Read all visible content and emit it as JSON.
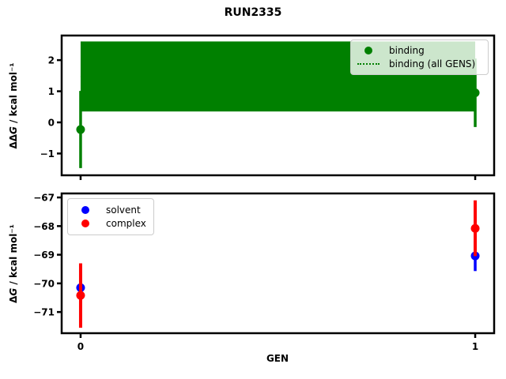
{
  "title": "RUN2335",
  "labels": {
    "xlabel": "GEN",
    "top_ylabel_prefix": "ΔΔ",
    "top_ylabel_symbol": "G",
    "top_ylabel_units": " / kcal mol⁻¹",
    "bottom_ylabel_prefix": "Δ",
    "bottom_ylabel_symbol": "G",
    "bottom_ylabel_units": " / kcal mol⁻¹"
  },
  "colors": {
    "binding": "#008000",
    "solvent": "#0000ff",
    "complex": "#ff0000",
    "axis": "#000000",
    "legend_border": "#cccccc"
  },
  "legends": {
    "top": [
      {
        "label": "binding",
        "marker": "dot",
        "color_key": "binding"
      },
      {
        "label": "binding (all GENS)",
        "marker": "dotted-line",
        "color_key": "binding"
      }
    ],
    "bottom": [
      {
        "label": "solvent",
        "marker": "dot",
        "color_key": "solvent"
      },
      {
        "label": "complex",
        "marker": "dot",
        "color_key": "complex"
      }
    ]
  },
  "chart_data": [
    {
      "type": "scatter",
      "title": "RUN2335",
      "ylabel": "ΔΔG / kcal mol⁻¹",
      "x": [
        0,
        1
      ],
      "xlim": [
        -0.048,
        1.048
      ],
      "ylim": [
        -1.7,
        2.79
      ],
      "yticks": [
        2,
        1,
        0,
        -1
      ],
      "xticks": [
        0,
        1
      ],
      "show_xtick_labels": false,
      "grid": false,
      "legend_position": "upper right",
      "series": [
        {
          "name": "binding",
          "color": "#008000",
          "marker": "o",
          "y": [
            -0.23,
            0.95
          ],
          "err_lo": [
            -1.47,
            -0.15
          ],
          "err_hi": [
            1.01,
            2.05
          ]
        }
      ],
      "band": {
        "name": "binding (all GENS)",
        "color": "#008000",
        "x": [
          0,
          1
        ],
        "y_lo": 0.35,
        "y_hi": 2.6,
        "y_mean": 1.47,
        "line_style": "dotted"
      }
    },
    {
      "type": "scatter",
      "xlabel": "GEN",
      "ylabel": "ΔG / kcal mol⁻¹",
      "x": [
        0,
        1
      ],
      "xlim": [
        -0.048,
        1.048
      ],
      "ylim": [
        -71.74,
        -66.86
      ],
      "yticks": [
        -67,
        -68,
        -69,
        -70,
        -71
      ],
      "xticks": [
        0,
        1
      ],
      "show_xtick_labels": true,
      "grid": false,
      "legend_position": "upper left",
      "series": [
        {
          "name": "solvent",
          "color": "#0000ff",
          "marker": "o",
          "y": [
            -70.15,
            -69.04
          ],
          "err_lo": [
            -70.7,
            -69.57
          ],
          "err_hi": [
            -69.6,
            -68.51
          ]
        },
        {
          "name": "complex",
          "color": "#ff0000",
          "marker": "o",
          "y": [
            -70.42,
            -68.08
          ],
          "err_lo": [
            -71.55,
            -69.05
          ],
          "err_hi": [
            -69.3,
            -67.1
          ]
        }
      ]
    }
  ]
}
